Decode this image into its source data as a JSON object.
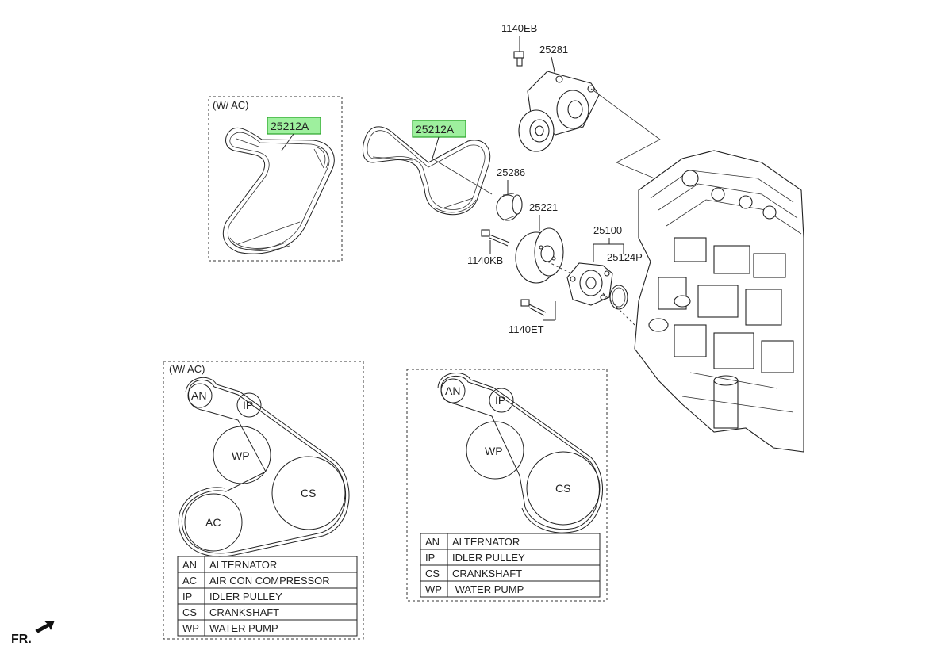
{
  "callouts": {
    "belt_wac": "25212A",
    "belt_main": "25212A",
    "bolt_top": "1140EB",
    "tensioner": "25281",
    "idler": "25286",
    "pulley": "25221",
    "bolt_kb": "1140KB",
    "water_pump": "25100",
    "gasket": "25124P",
    "bolt_et": "1140ET"
  },
  "boxes": {
    "top_wac_label": "(W/ AC)",
    "bottom_wac_label": "(W/ AC)"
  },
  "pulleys": {
    "an": "AN",
    "ip": "IP",
    "wp": "WP",
    "cs": "CS",
    "ac": "AC"
  },
  "legend_wac": [
    {
      "code": "AN",
      "name": "ALTERNATOR"
    },
    {
      "code": "AC",
      "name": "AIR CON COMPRESSOR"
    },
    {
      "code": "IP",
      "name": "IDLER PULLEY"
    },
    {
      "code": "CS",
      "name": "CRANKSHAFT"
    },
    {
      "code": "WP",
      "name": "WATER PUMP"
    }
  ],
  "legend_noac": [
    {
      "code": "AN",
      "name": "ALTERNATOR"
    },
    {
      "code": "IP",
      "name": "IDLER PULLEY"
    },
    {
      "code": "CS",
      "name": "CRANKSHAFT"
    },
    {
      "code": "WP",
      "name": " WATER PUMP"
    }
  ],
  "front_marker": "FR.",
  "colors": {
    "highlight": "#9ef09e",
    "highlight_border": "#2aa32a"
  }
}
